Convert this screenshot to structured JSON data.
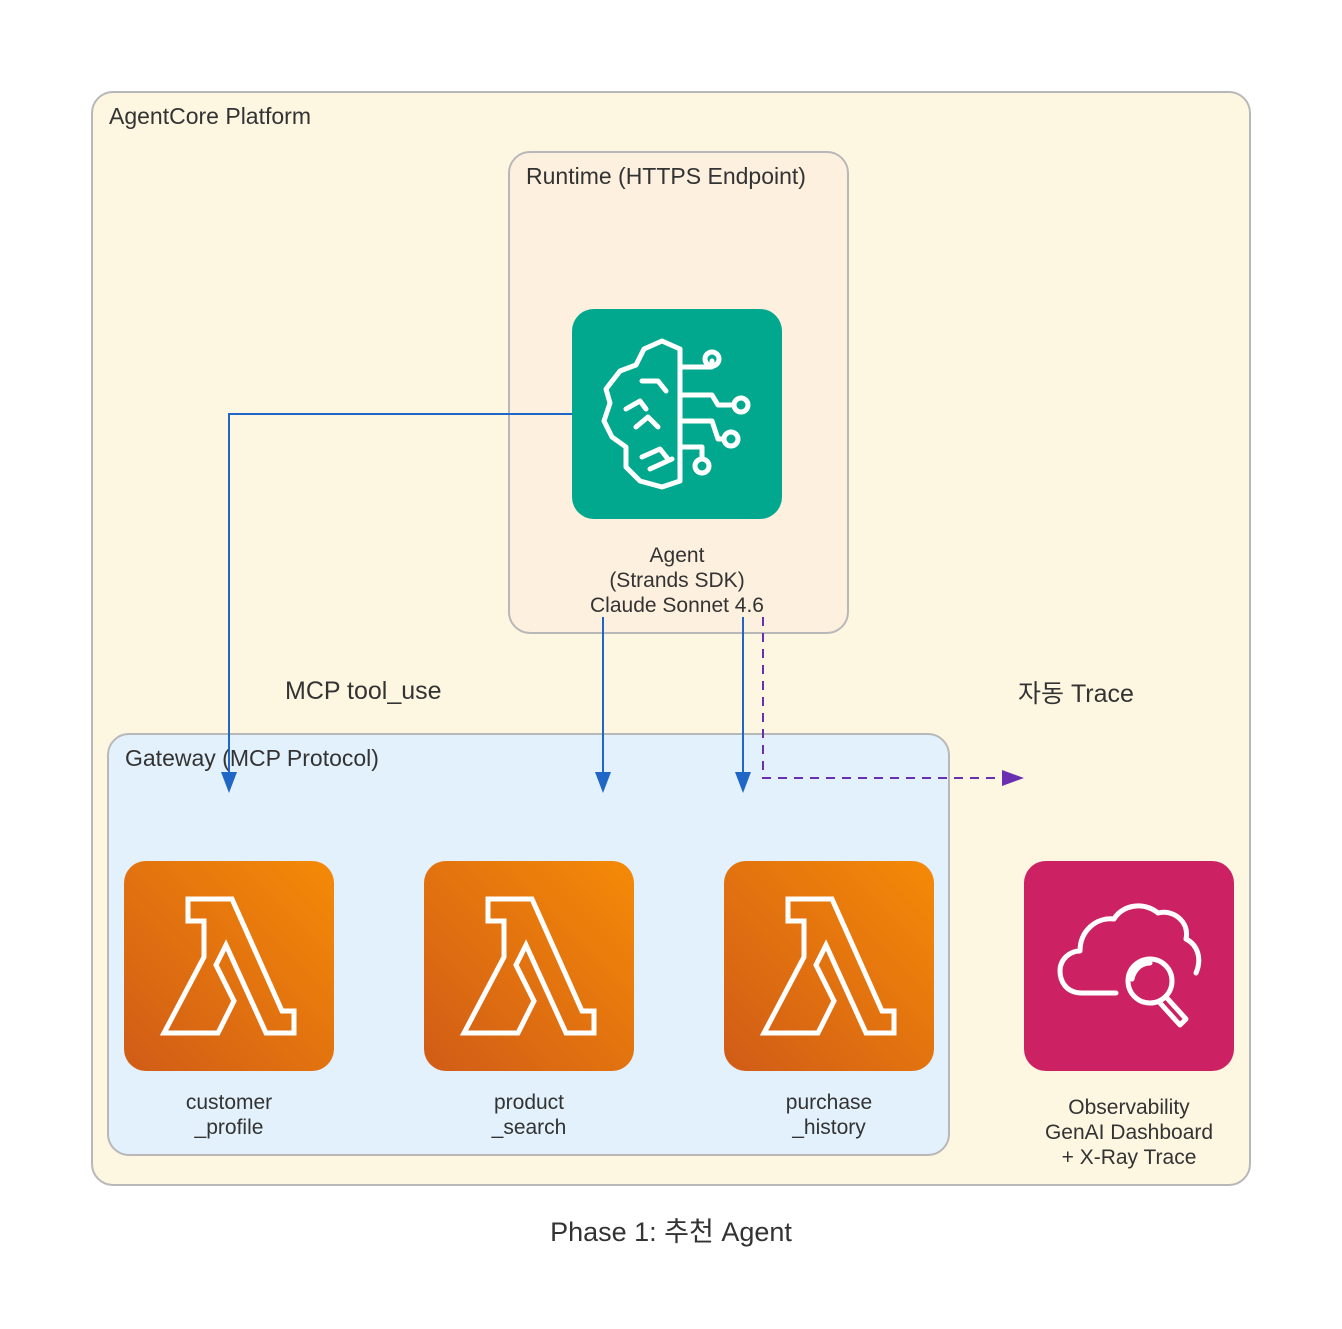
{
  "clusters": {
    "platform": {
      "label": "AgentCore Platform"
    },
    "runtime": {
      "label": "Runtime (HTTPS Endpoint)"
    },
    "gateway": {
      "label": "Gateway (MCP Protocol)"
    }
  },
  "nodes": {
    "agent": {
      "label": "Agent\n(Strands SDK)\nClaude Sonnet 4.6",
      "icon": "brain-circuit-icon",
      "color": "#01A88D"
    },
    "customer_profile": {
      "label": "customer\n_profile",
      "icon": "lambda-icon"
    },
    "product_search": {
      "label": "product\n_search",
      "icon": "lambda-icon"
    },
    "purchase_history": {
      "label": "purchase\n_history",
      "icon": "lambda-icon"
    },
    "observability": {
      "label": "Observability\nGenAI Dashboard\n+ X-Ray Trace",
      "icon": "cloud-search-icon",
      "color": "#CC2264"
    }
  },
  "edges": {
    "tool_use_label": "MCP tool_use",
    "trace_label": "자동 Trace"
  },
  "colors": {
    "platform_bg": "#FDF6E1",
    "runtime_bg": "#FDF0DF",
    "gateway_bg": "#E3F1FC",
    "tool_edge": "#1F66C7",
    "trace_edge": "#6A2FB0",
    "lambda_start": "#F58A07",
    "lambda_end": "#D05C17"
  },
  "title": "Phase 1: 추천 Agent"
}
